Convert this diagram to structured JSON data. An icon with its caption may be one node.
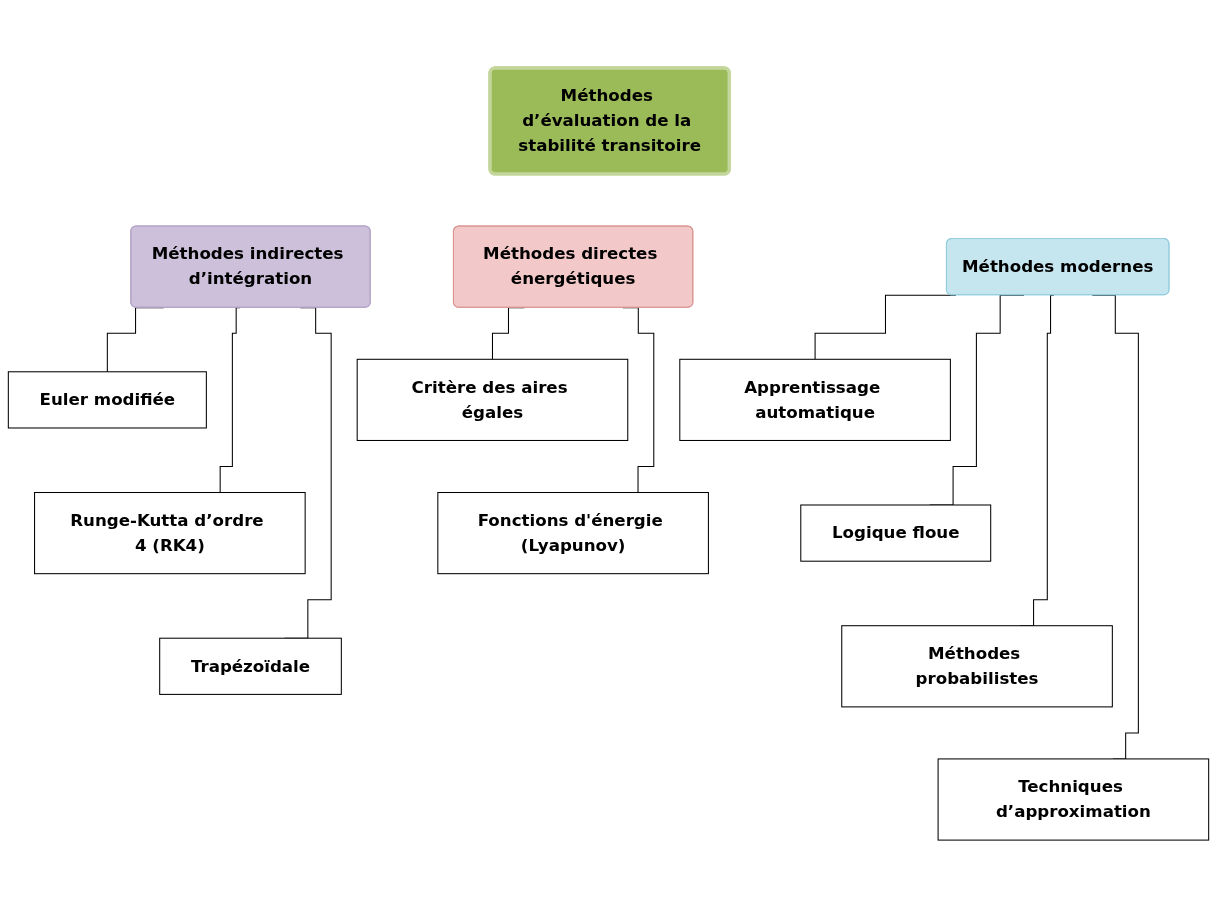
{
  "diagram": {
    "nodes": [
      {
        "text": [
          "Méthodes d’évaluation de la stabilité transitoire"
        ]
      },
      {
        "text": [
          "Méthodes indirectes d’intégration"
        ]
      },
      {
        "text": [
          "Euler modifiée"
        ]
      },
      {
        "text": [
          "Runge-Kutta d’ordre 4 (RK4)"
        ]
      },
      {
        "text": [
          "Trapézoïdale"
        ]
      },
      {
        "text": [
          "Méthodes directes énergétiques"
        ]
      },
      {
        "text": [
          "Critère des aires égales"
        ]
      },
      {
        "text": [
          "Fonctions d'énergie (Lyapunov)"
        ]
      },
      {
        "text": [
          "Méthodes modernes"
        ]
      },
      {
        "text": [
          "Apprentissage automatique"
        ]
      },
      {
        "text": [
          "Logique floue"
        ]
      },
      {
        "text": [
          "Méthodes probabilistes"
        ]
      },
      {
        "text": [
          "Techniques d’approximation"
        ]
      }
    ],
    "edges": [
      {
        "from": 1,
        "to": 2,
        "arrow": "none"
      },
      {
        "from": 1,
        "to": 3,
        "arrow": "none"
      },
      {
        "from": 1,
        "to": 4,
        "arrow": "none"
      },
      {
        "from": 5,
        "to": 6,
        "arrow": "none"
      },
      {
        "from": 5,
        "to": 7,
        "arrow": "none"
      },
      {
        "from": 8,
        "to": 9,
        "arrow": "none"
      },
      {
        "from": 8,
        "to": 10,
        "arrow": "none"
      },
      {
        "from": 8,
        "to": 11,
        "arrow": "none"
      },
      {
        "from": 8,
        "to": 12,
        "arrow": "none"
      }
    ]
  }
}
